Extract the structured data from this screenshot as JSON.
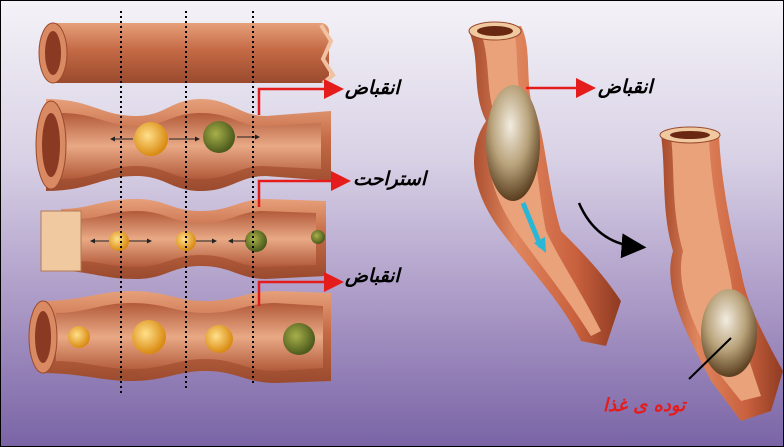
{
  "labels": {
    "contraction_top": "انقباض",
    "relaxation": "استراحت",
    "contraction_bottom": "انقباض",
    "contraction_right": "انقباض",
    "food_bolus": "توده ی غذا"
  },
  "colors": {
    "arrow_red": "#e41c1c",
    "tube_outer": "#c9754f",
    "tube_inner": "#e8a77f",
    "food_yellow": "#f1b43a",
    "food_green": "#6f7d2f",
    "bolus_arrow": "#2ab7d6"
  }
}
